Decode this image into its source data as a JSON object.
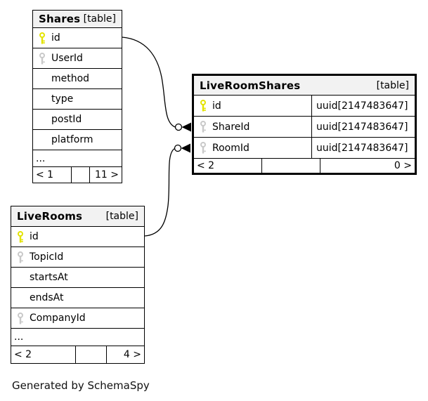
{
  "diagram": {
    "generated_by": "Generated by SchemaSpy",
    "colors": {
      "primary_key": "#e3e300",
      "foreign_key": "#c9c9c9",
      "header_bg": "#f2f2f2",
      "border": "#000000"
    },
    "relationships": [
      {
        "from": "Shares.id",
        "to": "LiveRoomShares.ShareId"
      },
      {
        "from": "LiveRooms.id",
        "to": "LiveRoomShares.RoomId"
      }
    ]
  },
  "tables": {
    "shares": {
      "title": "Shares",
      "tag": "[table]",
      "rows": [
        {
          "label": "id",
          "icon": "primary-key"
        },
        {
          "label": "UserId",
          "icon": "foreign-key"
        },
        {
          "label": "method"
        },
        {
          "label": "type"
        },
        {
          "label": "postId"
        },
        {
          "label": "platform"
        }
      ],
      "ellipsis": "...",
      "footer": {
        "left": "< 1",
        "mid": "",
        "right": "11 >"
      }
    },
    "liveRoomShares": {
      "title": "LiveRoomShares",
      "tag": "[table]",
      "rows": [
        {
          "label": "id",
          "type": "uuid[2147483647]",
          "icon": "primary-key"
        },
        {
          "label": "ShareId",
          "type": "uuid[2147483647]",
          "icon": "foreign-key"
        },
        {
          "label": "RoomId",
          "type": "uuid[2147483647]",
          "icon": "foreign-key"
        }
      ],
      "footer": {
        "left": "< 2",
        "mid": "",
        "right": "0 >"
      }
    },
    "liveRooms": {
      "title": "LiveRooms",
      "tag": "[table]",
      "rows": [
        {
          "label": "id",
          "icon": "primary-key"
        },
        {
          "label": "TopicId",
          "icon": "foreign-key"
        },
        {
          "label": "startsAt"
        },
        {
          "label": "endsAt"
        },
        {
          "label": "CompanyId",
          "icon": "foreign-key"
        }
      ],
      "ellipsis": "...",
      "footer": {
        "left": "< 2",
        "mid": "",
        "right": "4 >"
      }
    }
  }
}
